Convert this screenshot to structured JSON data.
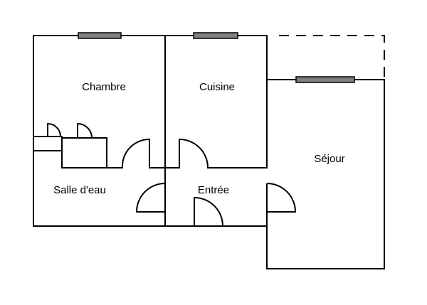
{
  "rooms": {
    "chambre": "Chambre",
    "cuisine": "Cuisine",
    "sejour": "Séjour",
    "salle_d_eau": "Salle d'eau",
    "entree": "Entrée"
  },
  "colors": {
    "wall": "#000000",
    "window": "#808080",
    "background": "#ffffff"
  }
}
